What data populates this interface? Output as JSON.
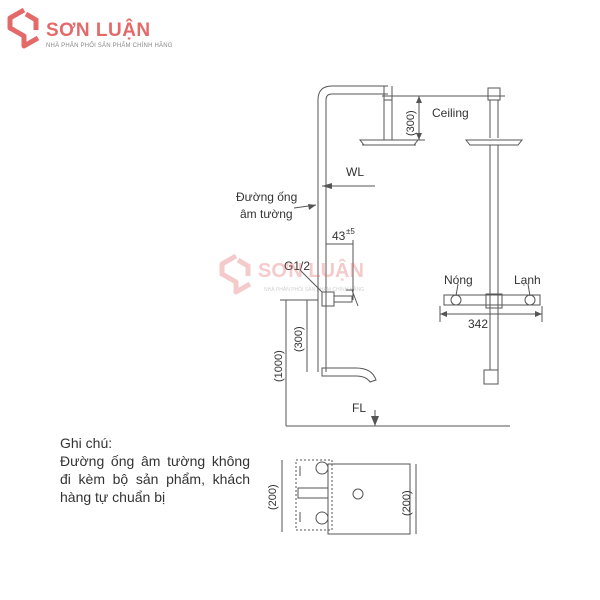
{
  "logo": {
    "brand": "SƠN LUẬN",
    "tagline": "NHÀ PHÂN PHỐI SẢN PHẨM CHÍNH HÃNG"
  },
  "watermark": {
    "brand": "SƠN LUẬN",
    "tagline": "NHÀ PHÂN PHỐI SẢN PHẨM CHÍNH HÃNG"
  },
  "labels": {
    "ceiling": "Ceiling",
    "d300_top": "(300)",
    "wl": "WL",
    "pipe_line1": "Đường ống",
    "pipe_line2": "âm tường",
    "d43": "43",
    "d43_tol": "±5",
    "g12": "G1/2",
    "d300_mid": "(300)",
    "d1000": "(1000)",
    "fl": "FL",
    "nong": "Nóng",
    "lanh": "Lạnh",
    "d342": "342",
    "d200_left": "(200)",
    "d200_right": "(200)"
  },
  "note": {
    "title": "Ghi chú:",
    "body": "Đường ống âm tường không đi kèm bộ sản phẩm, khách hàng tự chuẩn bị"
  },
  "colors": {
    "brand": "#e46a6a",
    "line": "#555555"
  }
}
